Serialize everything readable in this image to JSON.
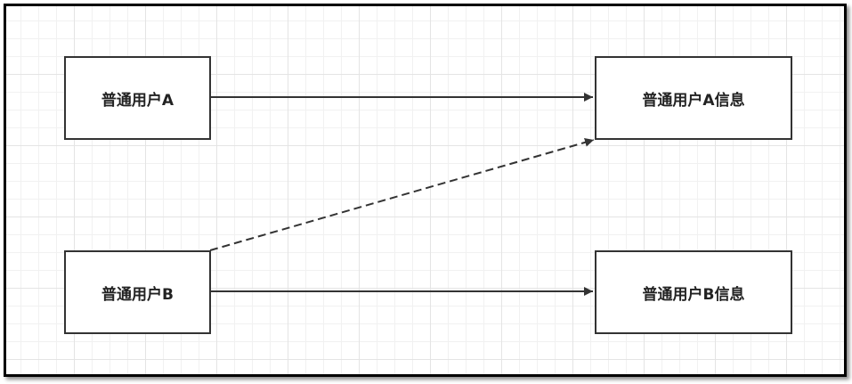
{
  "diagram": {
    "nodes": {
      "user_a": {
        "label": "普通用户A"
      },
      "user_b": {
        "label": "普通用户B"
      },
      "info_a": {
        "label": "普通用户A信息"
      },
      "info_b": {
        "label": "普通用户B信息"
      }
    },
    "edges": [
      {
        "from": "user_a",
        "to": "info_a",
        "style": "solid"
      },
      {
        "from": "user_b",
        "to": "info_a",
        "style": "dashed"
      },
      {
        "from": "user_b",
        "to": "info_b",
        "style": "solid"
      }
    ],
    "colors": {
      "stroke": "#333333",
      "grid": "#e4e4e4",
      "frame": "#000000"
    }
  }
}
